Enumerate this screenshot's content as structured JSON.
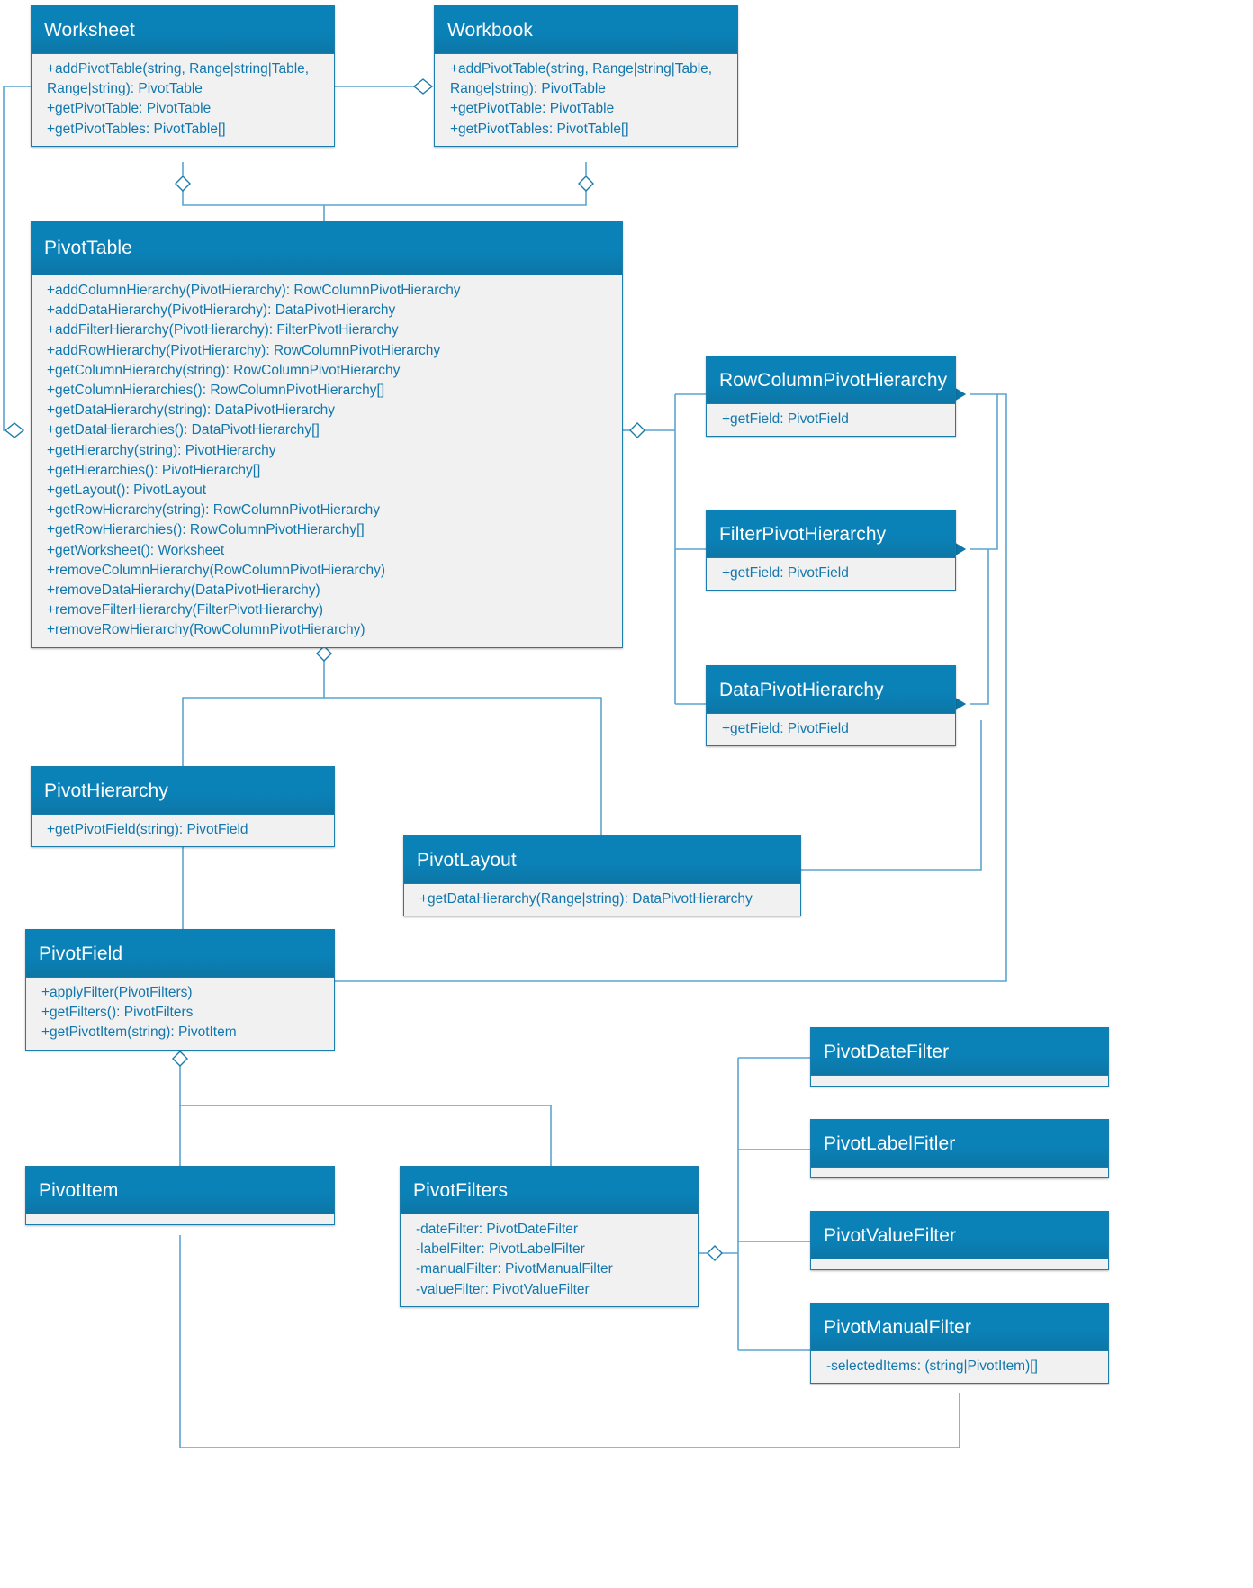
{
  "diagram": {
    "title": "PivotTable API UML class diagram",
    "type": "uml-class-diagram",
    "colors": {
      "header_fill": "#0a82b8",
      "header_fill_dark": "#0d76a6",
      "border": "#1c7cab",
      "body_fill": "#f1f1f1",
      "member_text": "#1277ad",
      "header_text": "#ffffff",
      "connector": "#5ba4cf",
      "background": "#ffffff"
    }
  },
  "classes": {
    "worksheet": {
      "name": "Worksheet",
      "members": [
        "+addPivotTable(string, Range|string|Table, Range|string): PivotTable",
        "+getPivotTable: PivotTable",
        "+getPivotTables: PivotTable[]"
      ]
    },
    "workbook": {
      "name": "Workbook",
      "members": [
        "+addPivotTable(string, Range|string|Table, Range|string): PivotTable",
        "+getPivotTable: PivotTable",
        "+getPivotTables: PivotTable[]"
      ]
    },
    "pivottable": {
      "name": "PivotTable",
      "members": [
        "+addColumnHierarchy(PivotHierarchy): RowColumnPivotHierarchy",
        "+addDataHierarchy(PivotHierarchy): DataPivotHierarchy",
        "+addFilterHierarchy(PivotHierarchy): FilterPivotHierarchy",
        "+addRowHierarchy(PivotHierarchy): RowColumnPivotHierarchy",
        "+getColumnHierarchy(string): RowColumnPivotHierarchy",
        "+getColumnHierarchies(): RowColumnPivotHierarchy[]",
        "+getDataHierarchy(string): DataPivotHierarchy",
        "+getDataHierarchies(): DataPivotHierarchy[]",
        "+getHierarchy(string): PivotHierarchy",
        "+getHierarchies(): PivotHierarchy[]",
        "+getLayout(): PivotLayout",
        "+getRowHierarchy(string): RowColumnPivotHierarchy",
        "+getRowHierarchies(): RowColumnPivotHierarchy[]",
        "+getWorksheet(): Worksheet",
        "+removeColumnHierarchy(RowColumnPivotHierarchy)",
        "+removeDataHierarchy(DataPivotHierarchy)",
        "+removeFilterHierarchy(FilterPivotHierarchy)",
        "+removeRowHierarchy(RowColumnPivotHierarchy)"
      ]
    },
    "rowcolumnpivothierarchy": {
      "name": "RowColumnPivotHierarchy",
      "members": [
        "+getField: PivotField"
      ]
    },
    "filterpivothierarchy": {
      "name": "FilterPivotHierarchy",
      "members": [
        "+getField: PivotField"
      ]
    },
    "datapivothierarchy": {
      "name": "DataPivotHierarchy",
      "members": [
        "+getField: PivotField"
      ]
    },
    "pivothierarchy": {
      "name": "PivotHierarchy",
      "members": [
        "+getPivotField(string): PivotField"
      ]
    },
    "pivotlayout": {
      "name": "PivotLayout",
      "members": [
        "+getDataHierarchy(Range|string): DataPivotHierarchy"
      ]
    },
    "pivotfield": {
      "name": "PivotField",
      "members": [
        "+applyFilter(PivotFilters)",
        "+getFilters(): PivotFilters",
        "+getPivotItem(string): PivotItem"
      ]
    },
    "pivotitem": {
      "name": "PivotItem",
      "members": []
    },
    "pivotfilters": {
      "name": "PivotFilters",
      "members": [
        "-dateFilter: PivotDateFilter",
        "-labelFilter: PivotLabelFilter",
        "-manualFilter: PivotManualFilter",
        "-valueFilter: PivotValueFilter"
      ]
    },
    "pivotdatefilter": {
      "name": "PivotDateFilter",
      "members": []
    },
    "pivotlabelfilter": {
      "name": "PivotLabelFitler",
      "members": []
    },
    "pivotvaluefilter": {
      "name": "PivotValueFilter",
      "members": []
    },
    "pivotmanualfilter": {
      "name": "PivotManualFilter",
      "members": [
        "-selectedItems: (string|PivotItem)[]"
      ]
    }
  },
  "relationships": [
    {
      "from": "Worksheet",
      "to": "Workbook",
      "type": "aggregation"
    },
    {
      "from": "Worksheet",
      "to": "PivotTable",
      "type": "aggregation"
    },
    {
      "from": "Workbook",
      "to": "PivotTable",
      "type": "aggregation"
    },
    {
      "from": "PivotTable",
      "to": "RowColumnPivotHierarchy",
      "type": "aggregation"
    },
    {
      "from": "PivotTable",
      "to": "FilterPivotHierarchy",
      "type": "aggregation"
    },
    {
      "from": "PivotTable",
      "to": "DataPivotHierarchy",
      "type": "aggregation"
    },
    {
      "from": "PivotTable",
      "to": "PivotHierarchy",
      "type": "aggregation"
    },
    {
      "from": "PivotTable",
      "to": "PivotLayout",
      "type": "aggregation"
    },
    {
      "from": "PivotHierarchy",
      "to": "PivotField",
      "type": "composition"
    },
    {
      "from": "RowColumnPivotHierarchy",
      "to": "PivotField",
      "type": "composition"
    },
    {
      "from": "FilterPivotHierarchy",
      "to": "PivotField",
      "type": "composition"
    },
    {
      "from": "DataPivotHierarchy",
      "to": "PivotField",
      "type": "composition"
    },
    {
      "from": "PivotField",
      "to": "PivotItem",
      "type": "aggregation"
    },
    {
      "from": "PivotField",
      "to": "PivotFilters",
      "type": "aggregation"
    },
    {
      "from": "PivotFilters",
      "to": "PivotDateFilter",
      "type": "aggregation"
    },
    {
      "from": "PivotFilters",
      "to": "PivotLabelFitler",
      "type": "aggregation"
    },
    {
      "from": "PivotFilters",
      "to": "PivotValueFilter",
      "type": "aggregation"
    },
    {
      "from": "PivotFilters",
      "to": "PivotManualFilter",
      "type": "aggregation"
    },
    {
      "from": "PivotManualFilter",
      "to": "PivotItem",
      "type": "aggregation"
    }
  ]
}
